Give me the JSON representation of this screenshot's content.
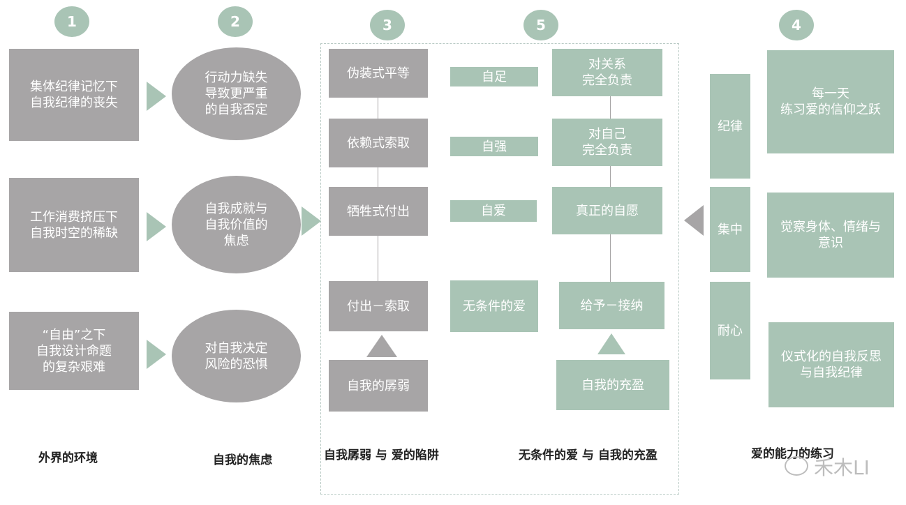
{
  "badges": {
    "b1": "1",
    "b2": "2",
    "b3": "3",
    "b5": "5",
    "b4": "4"
  },
  "col1": {
    "items": [
      "集体纪律记忆下\n自我纪律的丧失",
      "工作消费挤压下\n自我时空的稀缺",
      "“自由”之下\n自我设计命题\n的复杂艰难"
    ],
    "caption": "外界的环境"
  },
  "col2": {
    "items": [
      "行动力缺失\n导致更严重\n的自我否定",
      "自我成就与\n自我价值的\n焦虑",
      "对自我决定\n风险的恐惧"
    ],
    "caption": "自我的焦虑"
  },
  "col3": {
    "items": [
      "伪装式平等",
      "依赖式索取",
      "牺牲式付出",
      "付出－索取"
    ],
    "base": "自我的孱弱",
    "caption": "自我孱弱 与 爱的陷阱"
  },
  "middle": {
    "items": [
      "自足",
      "自强",
      "自爱",
      "无条件的爱"
    ]
  },
  "col5": {
    "items": [
      "对关系\n完全负责",
      "对自己\n完全负责",
      "真正的自愿",
      "给予－接纳"
    ],
    "base": "自我的充盈",
    "caption": "无条件的爱 与 自我的充盈"
  },
  "col4": {
    "side": [
      "纪律",
      "集中",
      "耐心"
    ],
    "items": [
      "每一天\n练习爱的信仰之跃",
      "觉察身体、情绪与\n意识",
      "仪式化的自我反思\n与自我纪律"
    ],
    "caption": "爱的能力的练习"
  },
  "watermark": "禾木LI",
  "colors": {
    "gray": "#a7a5a6",
    "green": "#a9c4b5",
    "dashed_border": "#b7c9c3"
  }
}
